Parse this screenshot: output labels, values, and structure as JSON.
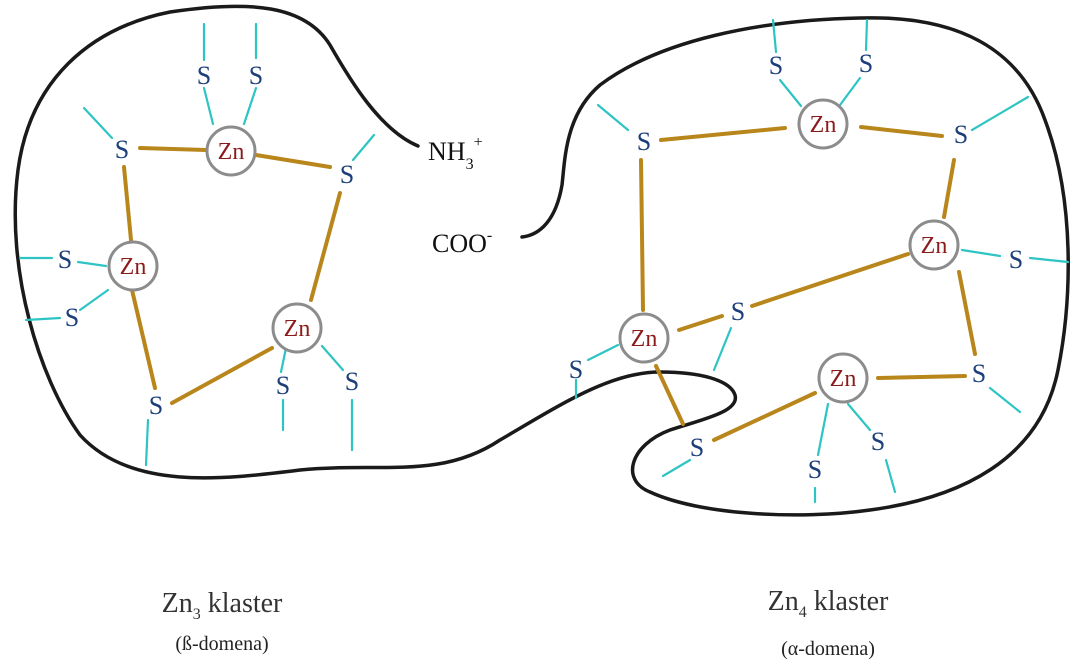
{
  "atoms": {
    "zinc": "Zn",
    "sulfur": "S"
  },
  "termini": {
    "n_terminus": {
      "base": "NH",
      "sub": "3",
      "sup": "+"
    },
    "c_terminus": {
      "base": "COO",
      "sup": "-"
    }
  },
  "captions": {
    "beta": {
      "main_prefix": "Zn",
      "main_sub": "3",
      "main_suffix": " klaster",
      "domain": "(ß-domena)"
    },
    "alpha": {
      "main_prefix": "Zn",
      "main_sub": "4",
      "main_suffix": " klaster",
      "domain": "(α-domena)"
    }
  },
  "colors": {
    "backbone": "#1a1a1a",
    "zn_s_bond": "#b8861b",
    "cys_stub": "#2ec4c4",
    "zn_ring": "#8c8c8c",
    "zn_text": "#8b1a1a",
    "s_text": "#1c3f7a"
  }
}
